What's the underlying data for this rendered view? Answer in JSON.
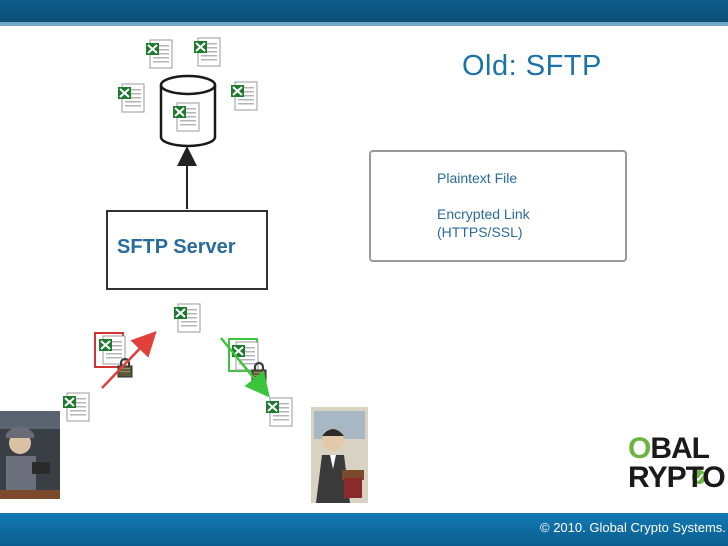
{
  "slide": {
    "title": "Old: SFTP",
    "server_label": "SFTP Server",
    "legend": {
      "plaintext_label": "Plaintext File",
      "encrypted_label_line1": "Encrypted Link",
      "encrypted_label_line2": "(HTTPS/SSL)"
    },
    "footer": "© 2010. Global Crypto Systems.",
    "logo": {
      "line1_prefix": "O",
      "line1_rest": "BAL",
      "line2_prefix": "R",
      "line2_rest": "YPTO"
    }
  },
  "icons": {
    "file": "excel-file-icon",
    "lock": "padlock-icon",
    "database": "database-icon"
  },
  "colors": {
    "title": "#1c73a8",
    "header_bar": "#0f5d8c",
    "footer_bar": "#147ab4",
    "upload_arrow": "#e0413a",
    "download_arrow": "#3cc43c",
    "logo_accent": "#6cb33f"
  }
}
